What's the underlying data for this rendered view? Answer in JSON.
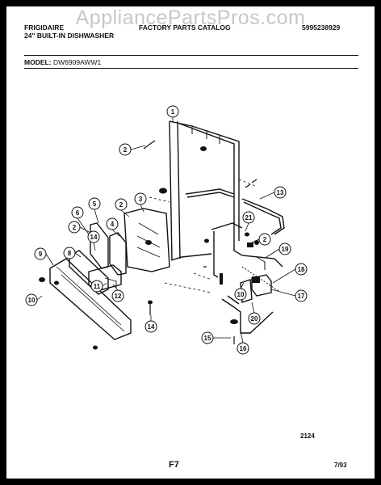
{
  "watermark": "AppliancePartsPros.com",
  "header": {
    "brand": "FRIGIDAIRE",
    "product": "24\" BUILT-IN DISHWASHER",
    "catalog": "FACTORY PARTS CATALOG",
    "part_no": "5995238929",
    "model_label": "MODEL:",
    "model": "DW6909AWW1"
  },
  "callouts": [
    "1",
    "2",
    "3",
    "4",
    "5",
    "6",
    "2",
    "14",
    "9",
    "8",
    "10",
    "11",
    "12",
    "14",
    "2",
    "13",
    "21",
    "19",
    "18",
    "17",
    "10",
    "20",
    "15",
    "16"
  ],
  "footer": {
    "code": "2124",
    "page": "F7",
    "date": "7/93"
  }
}
